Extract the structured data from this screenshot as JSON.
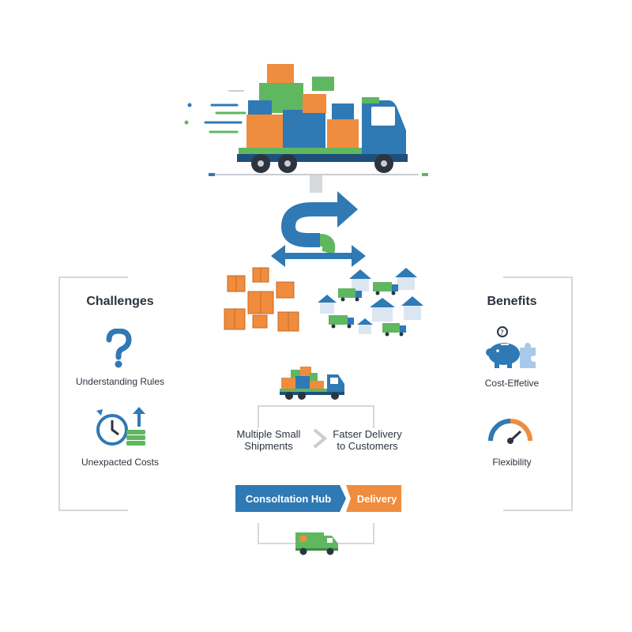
{
  "challenges": {
    "title": "Challenges",
    "items": [
      {
        "label": "Understanding Rules",
        "icon": "question-mark-icon"
      },
      {
        "label": "Unexpacted Costs",
        "icon": "clock-coins-icon"
      }
    ]
  },
  "benefits": {
    "title": "Benefits",
    "items": [
      {
        "label": "Cost-Effetive",
        "icon": "piggy-bank-puzzle-icon"
      },
      {
        "label": "Flexibility",
        "icon": "gauge-icon"
      }
    ]
  },
  "flow": {
    "left_text": "Multiple Small\nShipments",
    "right_text": "Fatser Delivery\nto Customers",
    "hub_label": "Consoltation Hub",
    "delivery_label": "Delivery"
  },
  "colors": {
    "blue": "#2f79b5",
    "dark_blue": "#1f5f96",
    "green": "#5fb760",
    "orange": "#ef8c3e",
    "gray": "#c9ccd0"
  }
}
